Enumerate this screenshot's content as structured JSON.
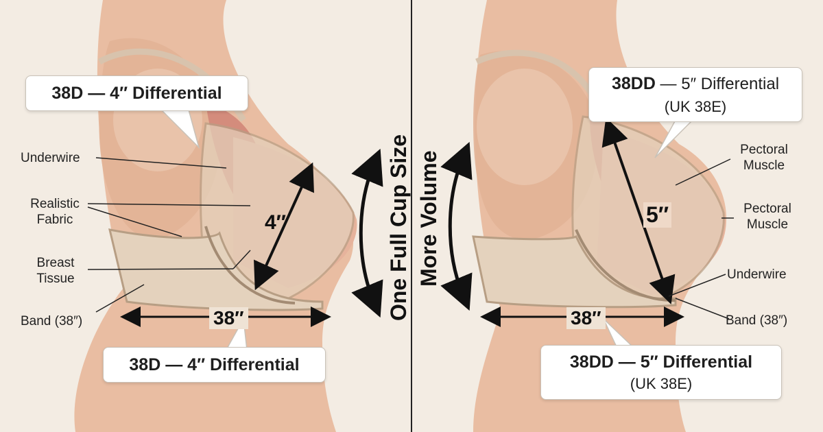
{
  "left_panel": {
    "top_callout": "38D — 4″ Differential",
    "bottom_callout": "38D — 4″ Differential",
    "cup_measure": "4″",
    "band_measure": "38″",
    "labels": {
      "underwire": "Underwire",
      "realistic_fabric": "Realistic Fabric",
      "breast_tissue": "Breast Tissue",
      "band": "Band (38″)"
    }
  },
  "center": {
    "left_text": "One Full Cup Size",
    "right_text": "More Volume"
  },
  "right_panel": {
    "top_callout_main": "38DD",
    "top_callout_rest": " — 5″ Differential",
    "top_callout_sub": "(UK 38E)",
    "bottom_callout_main": "38DD — 5″ Differential",
    "bottom_callout_sub": "(UK 38E)",
    "cup_measure": "5″",
    "band_measure": "38″",
    "labels": {
      "pectoral_muscle_1": "Pectoral Muscle",
      "pectoral_muscle_2": "Pectoral Muscle",
      "underwire": "Underwire",
      "band": "Band (38″)"
    }
  },
  "colors": {
    "background": "#f3ece3",
    "skin": "#e9bda2",
    "bra_fabric": "#e4d2bd",
    "breast_tissue": "#e6b39c",
    "muscle": "#d48c7c",
    "line": "#1a1a1a"
  }
}
